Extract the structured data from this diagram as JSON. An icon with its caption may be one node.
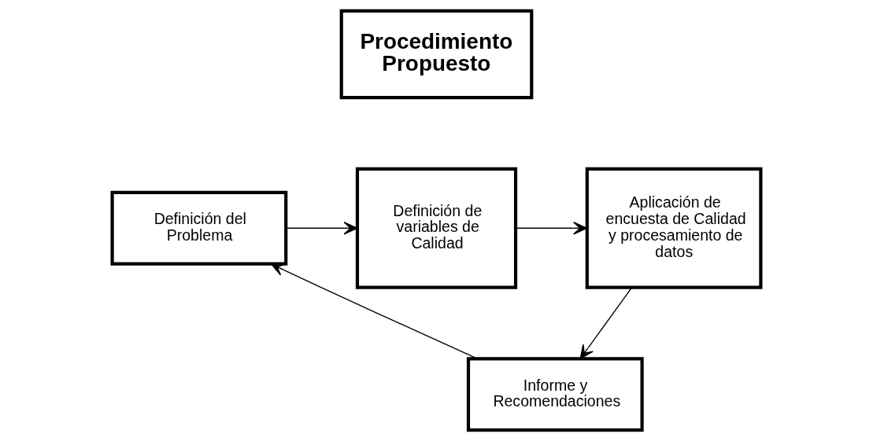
{
  "diagram": {
    "nodes": [
      {
        "text": [
          "Procedimiento Propuesto"
        ]
      },
      {
        "text": [
          "Definición del Problema"
        ]
      },
      {
        "text": [
          "Definición de variables de Calidad"
        ]
      },
      {
        "text": [
          "Aplicación de encuesta de Calidad y procesamiento de datos"
        ]
      },
      {
        "text": [
          "Informe y Recomendaciones"
        ]
      }
    ],
    "edges": [
      {
        "from": 1,
        "to": 2,
        "arrow": "to"
      },
      {
        "from": 2,
        "to": 3,
        "arrow": "to"
      },
      {
        "from": 3,
        "to": 4,
        "arrow": "to"
      },
      {
        "from": 4,
        "to": 1,
        "arrow": "to"
      }
    ]
  }
}
